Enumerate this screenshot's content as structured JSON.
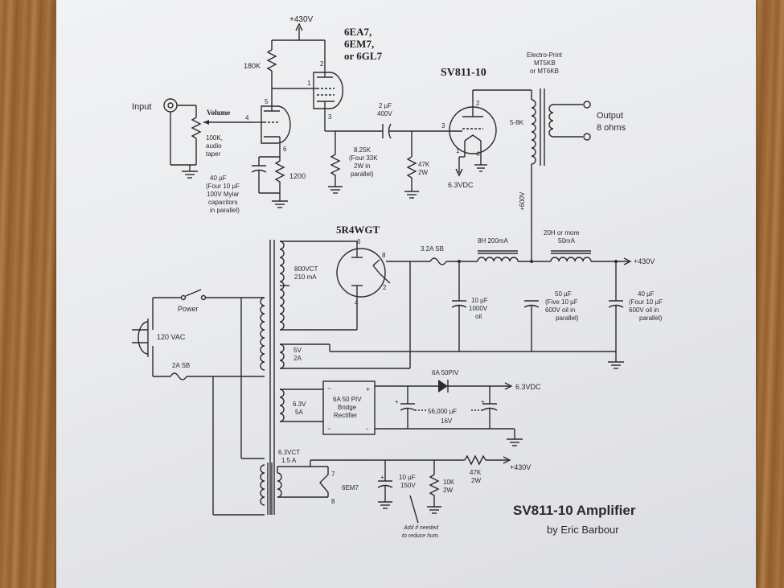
{
  "tube_preamp": {
    "line1": "6EA7,",
    "line2": "6EM7,",
    "line3": "or 6GL7"
  },
  "b_plus_top": "+430V",
  "r_plate": "180K",
  "input_label": "Input",
  "volume_label": "Volume",
  "volume_desc": [
    "100K,",
    "audio",
    "taper"
  ],
  "c_cathode": [
    "40 µF",
    "(Four 10 µF",
    "100V Mylar",
    "capacitors",
    "in parallel)"
  ],
  "r_cathode": "1200",
  "c_coupling": [
    "2 µF",
    "400V"
  ],
  "r_load": [
    "8.25K",
    "(Four 33K",
    "2W in",
    "parallel)"
  ],
  "r_grid": [
    "47K",
    "2W"
  ],
  "output_tube": "SV811-10",
  "heater_label": "6.3VDC",
  "transformer_label": [
    "Electro-Print",
    "MT5KB",
    "or MT6KB"
  ],
  "primary_imp": "5-8K",
  "b_plus_600": "+600V",
  "output_label": [
    "Output",
    "8 ohms"
  ],
  "pins": {
    "p1": "1",
    "p2": "2",
    "p3": "3",
    "p4": "4",
    "p5": "5",
    "p6": "6",
    "p7": "7",
    "p8": "8"
  },
  "rectifier": "5R4WGT",
  "fuse_main": "3.2A SB",
  "choke1": "8H 200mA",
  "choke2": [
    "20H or more",
    "50mA"
  ],
  "b_plus_out": "+430V",
  "ht_winding": [
    "800VCT",
    "210 mA"
  ],
  "c_filter1": [
    "10 µF",
    "1000V",
    "oil"
  ],
  "c_filter2": [
    "50 µF",
    "(Five 10 µF",
    "600V oil in",
    "parallel)"
  ],
  "c_filter3": [
    "40 µF",
    "(Four 10 µF",
    "600V oil in",
    "parallel)"
  ],
  "power_switch": "Power",
  "mains": "120 VAC",
  "fuse_mains": "2A SB",
  "fil_5v": [
    "5V",
    "2A"
  ],
  "fil_63": [
    "6.3V",
    "5A"
  ],
  "bridge": [
    "6A 50 PIV",
    "Bridge",
    "Rectifier"
  ],
  "diode": "6A 50PIV",
  "dc_out": "6.3VDC",
  "c_dc": [
    "56,000 µF",
    "16V"
  ],
  "heater_ct": [
    "6.3VCT",
    "1.5 A"
  ],
  "preamp_heater": "6EM7",
  "c_hum": [
    "10 µF",
    "150V"
  ],
  "r_hum": [
    "10K",
    "2W"
  ],
  "r_bias": [
    "47K",
    "2W"
  ],
  "b_plus_bias": "+430V",
  "hum_note": [
    "Add if needed",
    "to reduce hum."
  ],
  "title": "SV811-10 Amplifier",
  "author": "by Eric Barbour",
  "plus": "+",
  "minus": "-",
  "tilde": "~"
}
